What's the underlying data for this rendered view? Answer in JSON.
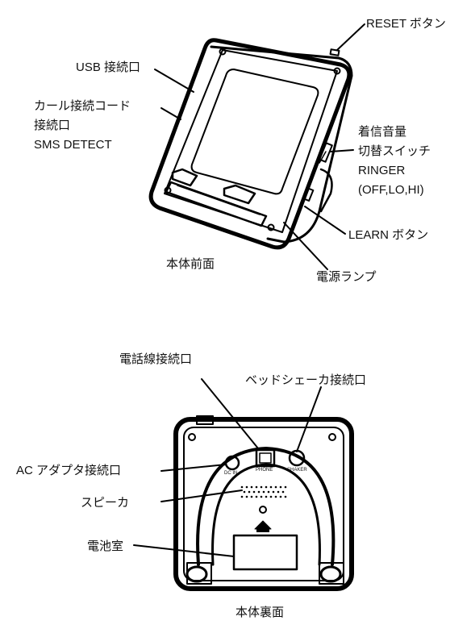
{
  "front": {
    "caption": "本体前面",
    "labels": {
      "reset": "RESET ボタン",
      "usb": "USB 接続口",
      "curl_line1": "カール接続コード",
      "curl_line2": "接続口",
      "curl_line3": "SMS DETECT",
      "ringer_line1": "着信音量",
      "ringer_line2": "切替スイッチ",
      "ringer_line3": "RINGER",
      "ringer_line4": "(OFF,LO,HI)",
      "learn": "LEARN ボタン",
      "power_lamp": "電源ランプ"
    }
  },
  "back": {
    "caption": "本体裏面",
    "labels": {
      "phone_line": "電話線接続口",
      "bed_shaker": "ベッドシェーカ接続口",
      "ac_adapter": "AC アダプタ接続口",
      "speaker": "スピーカ",
      "battery": "電池室"
    },
    "port_texts": {
      "dc": "DC IN",
      "phone": "PHONE",
      "shaker": "SHAKER"
    }
  }
}
